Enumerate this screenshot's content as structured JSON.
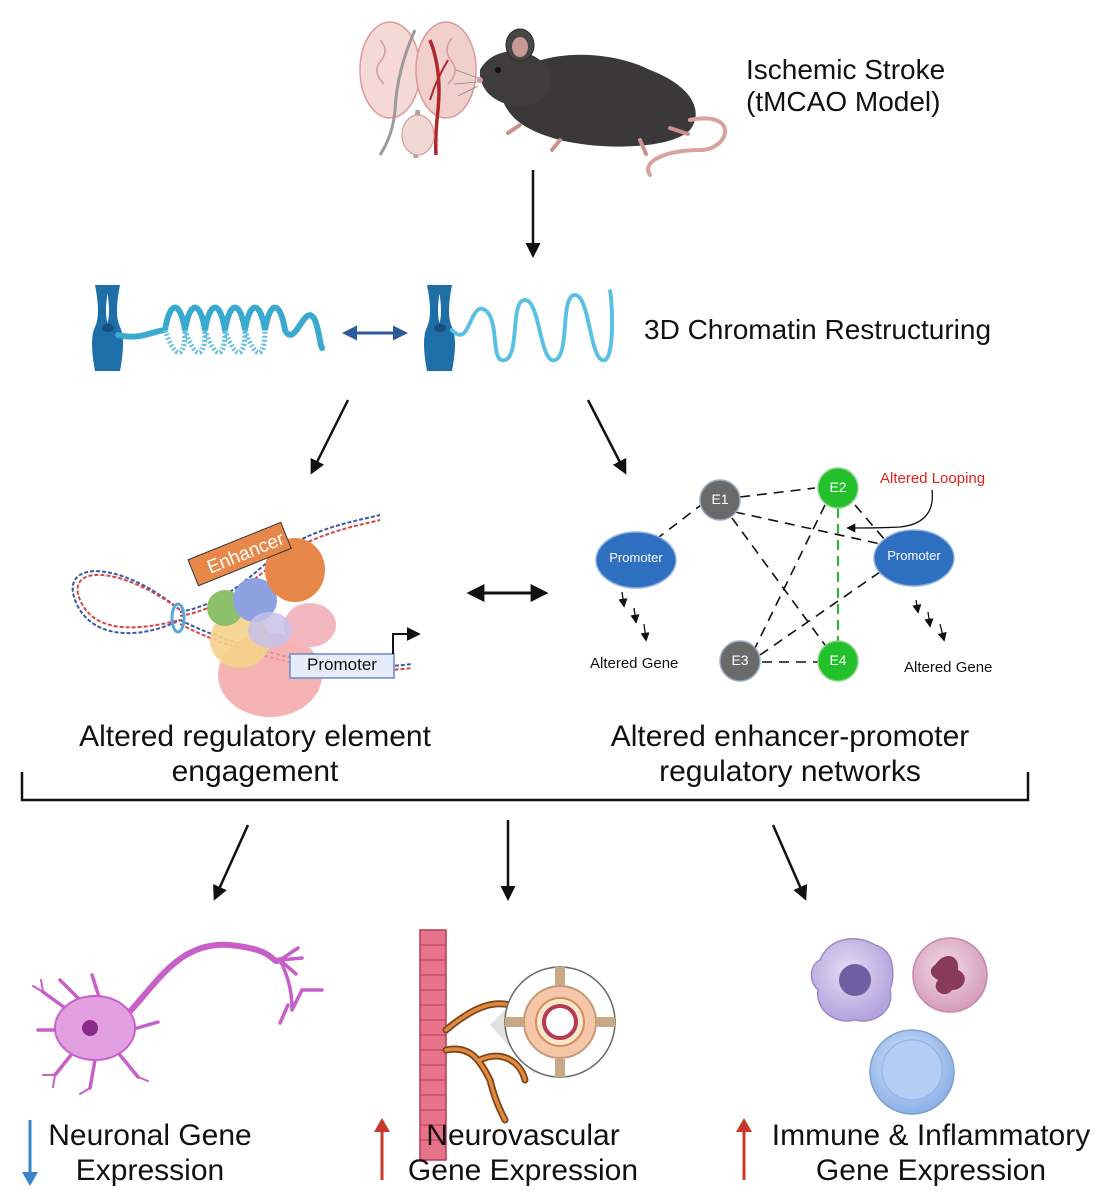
{
  "top": {
    "title_line1": "Ischemic Stroke",
    "title_line2": "(tMCAO Model)"
  },
  "chromatin": {
    "label": "3D Chromatin Restructuring"
  },
  "left_panel": {
    "enhancer_label": "Enhancer",
    "promoter_label": "Promoter",
    "caption_line1": "Altered regulatory element",
    "caption_line2": "engagement"
  },
  "network": {
    "nodes": {
      "e1": "E1",
      "e2": "E2",
      "e3": "E3",
      "e4": "E4",
      "promoter_left": "Promoter",
      "promoter_right": "Promoter"
    },
    "altered_looping": "Altered Looping",
    "gene_left": "Altered Gene",
    "gene_right": "Altered Gene",
    "caption_line1": "Altered enhancer-promoter",
    "caption_line2": "regulatory networks"
  },
  "outcomes": {
    "neuronal_line1": "Neuronal Gene",
    "neuronal_line2": "Expression",
    "neurovascular_line1": "Neurovascular",
    "neurovascular_line2": "Gene Expression",
    "immune_line1": "Immune & Inflammatory",
    "immune_line2": "Gene Expression"
  },
  "colors": {
    "chromosome": "#1e6fa8",
    "chromatin_fiber": "#3aa9cf",
    "promoter_node": "#2f6fc0",
    "enhancer_active": "#22c02a",
    "enhancer_inactive": "#6a6a6a",
    "up_arrow": "#c8382c",
    "down_arrow": "#3a86c8",
    "looping_label": "#e0221a"
  }
}
